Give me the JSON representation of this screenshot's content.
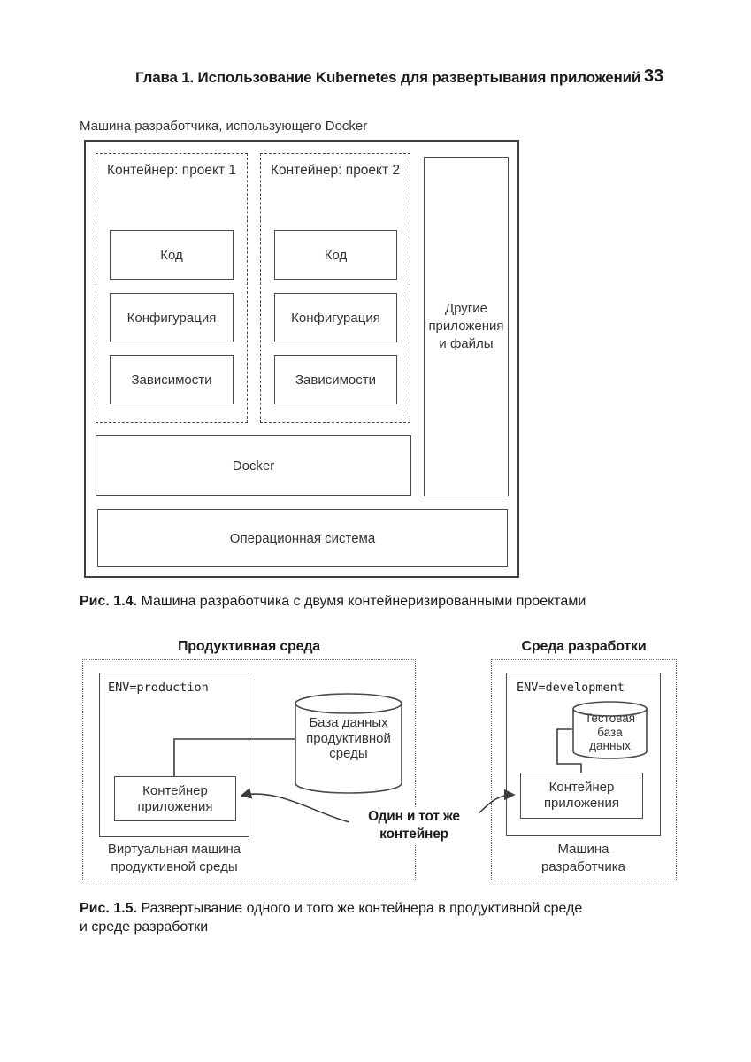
{
  "header": {
    "chapter": "Глава 1. Использование Kubernetes для развертывания приложений",
    "page_number": "33"
  },
  "figure4": {
    "machine_label": "Машина разработчика, использующего Docker",
    "containers": [
      {
        "title": "Контейнер: проект 1",
        "boxes": [
          "Код",
          "Конфигурация",
          "Зависимости"
        ]
      },
      {
        "title": "Контейнер: проект 2",
        "boxes": [
          "Код",
          "Конфигурация",
          "Зависимости"
        ]
      }
    ],
    "other_apps": "Другие\nприложения\nи файлы",
    "docker": "Docker",
    "os": "Операционная система",
    "caption_label": "Рис. 1.4.",
    "caption_text": "Машина разработчика с двумя контейнеризированными проектами"
  },
  "figure5": {
    "left_title": "Продуктивная среда",
    "right_title": "Среда разработки",
    "left_env": "ENV=production",
    "right_env": "ENV=development",
    "left_db": "База данных\nпродуктивной\nсреды",
    "right_db": "Тестовая\nбаза\nданных",
    "left_container": "Контейнер\nприложения",
    "right_container": "Контейнер\nприложения",
    "left_machine": "Виртуальная машина\nпродуктивной среды",
    "right_machine": "Машина\nразработчика",
    "middle_note": "Один и тот же\nконтейнер",
    "caption_label": "Рис. 1.5.",
    "caption_text": "Развертывание одного и того же контейнера в продуктивной среде\nи среде разработки"
  }
}
